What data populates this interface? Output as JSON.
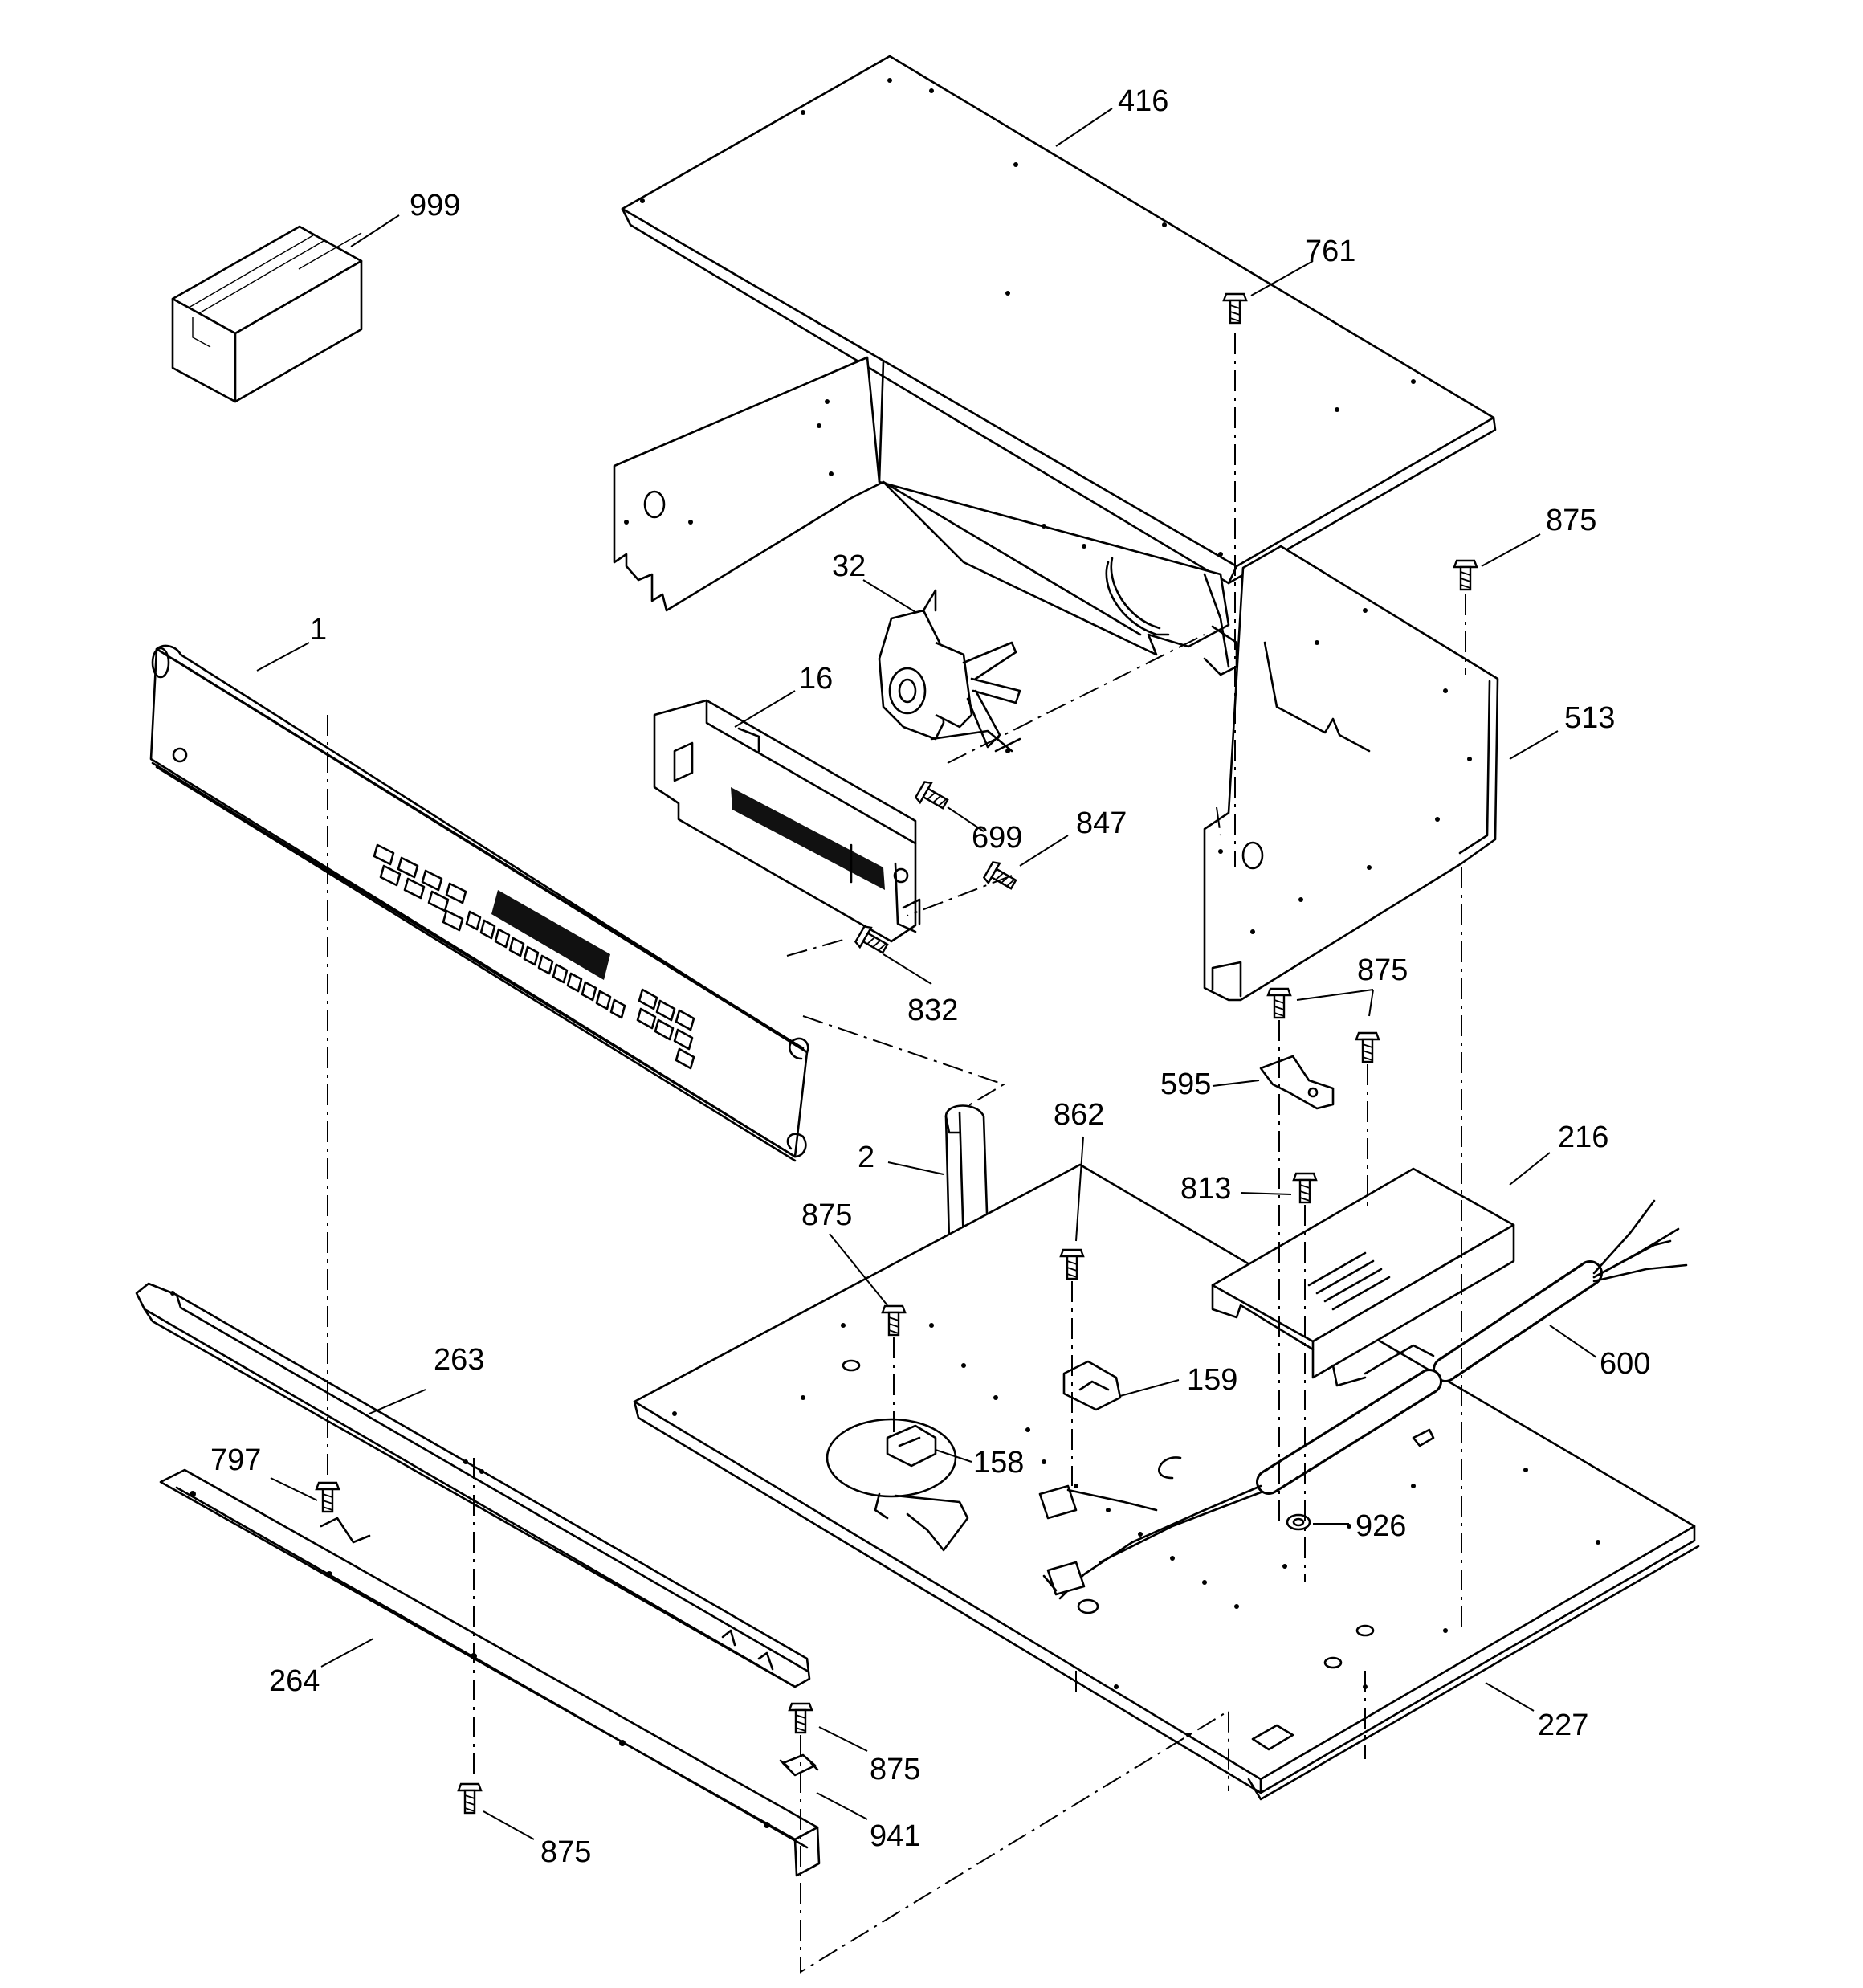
{
  "parts": [
    {
      "id": "part-416",
      "number": "416"
    },
    {
      "id": "part-999",
      "number": "999"
    },
    {
      "id": "part-761",
      "number": "761"
    },
    {
      "id": "part-875-top-right",
      "number": "875"
    },
    {
      "id": "part-32",
      "number": "32"
    },
    {
      "id": "part-1",
      "number": "1"
    },
    {
      "id": "part-16",
      "number": "16"
    },
    {
      "id": "part-513",
      "number": "513"
    },
    {
      "id": "part-699",
      "number": "699"
    },
    {
      "id": "part-847",
      "number": "847"
    },
    {
      "id": "part-832",
      "number": "832"
    },
    {
      "id": "part-875-right-pair",
      "number": "875"
    },
    {
      "id": "part-595",
      "number": "595"
    },
    {
      "id": "part-862",
      "number": "862"
    },
    {
      "id": "part-216",
      "number": "216"
    },
    {
      "id": "part-2",
      "number": "2"
    },
    {
      "id": "part-813",
      "number": "813"
    },
    {
      "id": "part-875-center",
      "number": "875"
    },
    {
      "id": "part-600",
      "number": "600"
    },
    {
      "id": "part-263",
      "number": "263"
    },
    {
      "id": "part-159",
      "number": "159"
    },
    {
      "id": "part-797",
      "number": "797"
    },
    {
      "id": "part-158",
      "number": "158"
    },
    {
      "id": "part-926",
      "number": "926"
    },
    {
      "id": "part-264",
      "number": "264"
    },
    {
      "id": "part-227",
      "number": "227"
    },
    {
      "id": "part-875-bottom-mid",
      "number": "875"
    },
    {
      "id": "part-941",
      "number": "941"
    },
    {
      "id": "part-875-bottom-left",
      "number": "875"
    }
  ]
}
